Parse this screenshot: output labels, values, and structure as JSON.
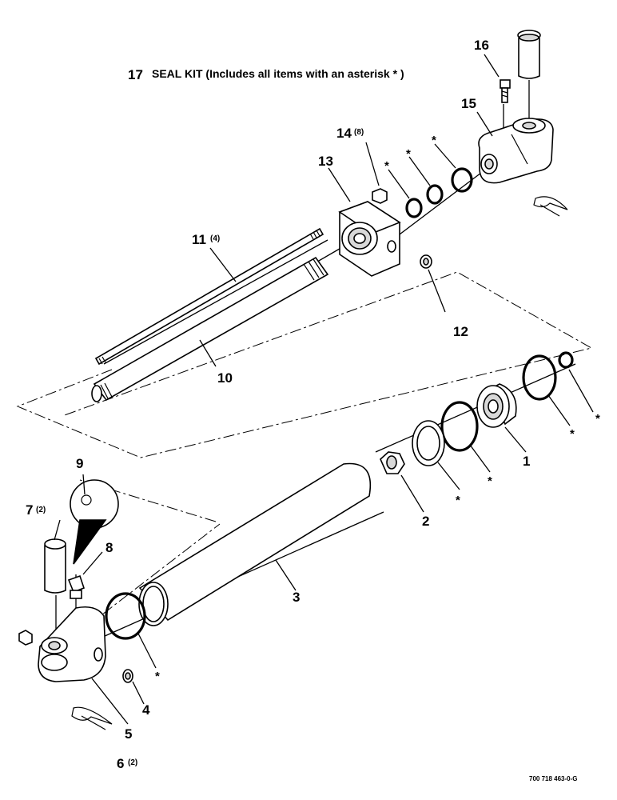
{
  "seal_kit": {
    "number": "17",
    "text": "SEAL KIT (Includes all items with an asterisk * )"
  },
  "callouts": {
    "p1": {
      "num": "1"
    },
    "p2": {
      "num": "2"
    },
    "p3": {
      "num": "3"
    },
    "p4": {
      "num": "4"
    },
    "p5": {
      "num": "5"
    },
    "p6": {
      "num": "6",
      "qty": "(2)"
    },
    "p7": {
      "num": "7",
      "qty": "(2)"
    },
    "p8": {
      "num": "8"
    },
    "p9": {
      "num": "9"
    },
    "p10": {
      "num": "10"
    },
    "p11": {
      "num": "11",
      "qty": "(4)"
    },
    "p12": {
      "num": "12"
    },
    "p13": {
      "num": "13"
    },
    "p14": {
      "num": "14",
      "qty": "(8)"
    },
    "p15": {
      "num": "15"
    },
    "p16": {
      "num": "16"
    }
  },
  "asterisk": "*",
  "drawing_number": "700 718 463-0-G"
}
